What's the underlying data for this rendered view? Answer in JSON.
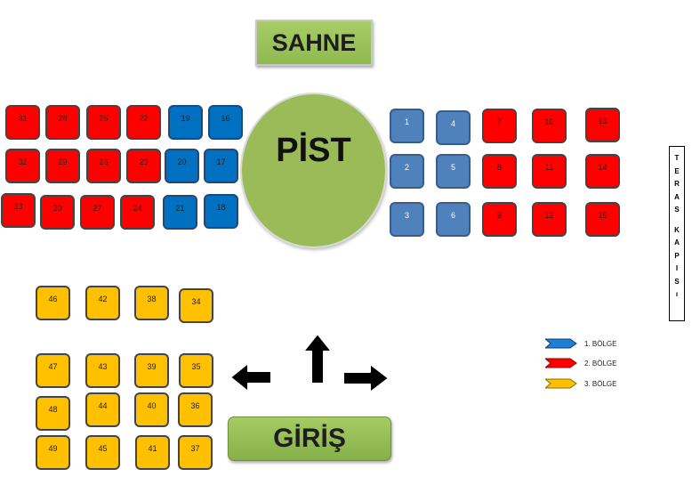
{
  "stage_label": "SAHNE",
  "dance_floor_label": "PİST",
  "entrance_label": "GİRİŞ",
  "side_door_letters": [
    "T",
    "E",
    "R",
    "A",
    "S",
    "K",
    "A",
    "P",
    "I",
    "S",
    "ı"
  ],
  "legend": [
    {
      "label": "1. BÖLGE",
      "color": "#1f7fd6"
    },
    {
      "label": "2. BÖLGE",
      "color": "#ff0000"
    },
    {
      "label": "3. BÖLGE",
      "color": "#ffc000"
    }
  ],
  "tables": {
    "t1": "1",
    "t2": "2",
    "t3": "3",
    "t4": "4",
    "t5": "5",
    "t6": "6",
    "t7": "7",
    "t8": "8",
    "t9": "9",
    "t10": "10",
    "t11": "11",
    "t12": "12",
    "t13": "13",
    "t14": "14",
    "t15": "15",
    "t16": "16",
    "t17": "17",
    "t18": "18",
    "t19": "19",
    "t20": "20",
    "t21": "21",
    "t22": "22",
    "t23": "23",
    "t24": "24",
    "t25": "25",
    "t26": "26",
    "t27": "27",
    "t28": "28",
    "t29": "29",
    "t30": "30",
    "t31": "31",
    "t32": "32",
    "t33": "33",
    "t34": "34",
    "t35": "35",
    "t36": "36",
    "t37": "37",
    "t38": "38",
    "t39": "39",
    "t40": "40",
    "t41": "41",
    "t42": "42",
    "t43": "43",
    "t44": "44",
    "t45": "45",
    "t46": "46",
    "t47": "47",
    "t48": "48",
    "t49": "49"
  }
}
